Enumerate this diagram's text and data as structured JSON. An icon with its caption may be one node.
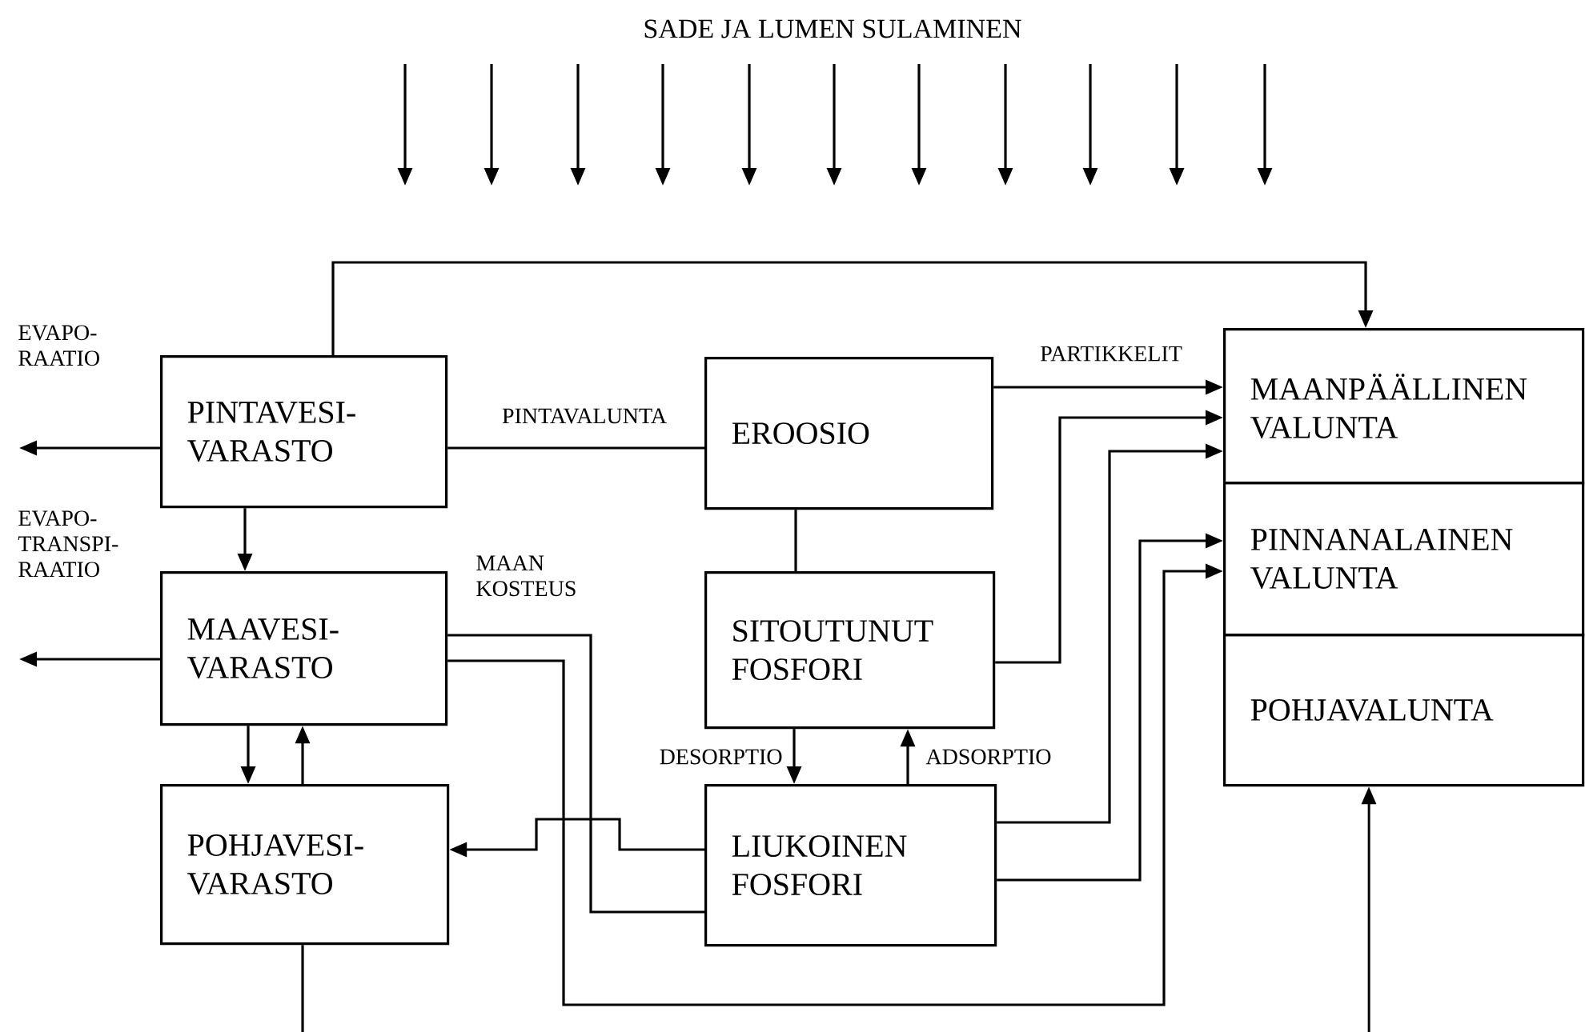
{
  "diagram": {
    "title": "SADE JA LUMEN SULAMINEN",
    "nodes": [
      {
        "text": [
          "PINTAVESI- VARASTO"
        ]
      },
      {
        "text": [
          "MAAVESI- VARASTO"
        ]
      },
      {
        "text": [
          "POHJAVESI- VARASTO"
        ]
      },
      {
        "text": [
          "EROOSIO"
        ]
      },
      {
        "text": [
          "SITOUTUNUT FOSFORI"
        ]
      },
      {
        "text": [
          "LIUKOINEN FOSFORI"
        ]
      },
      {
        "text": [
          "MAANPÄÄLLINEN VALUNTA"
        ]
      },
      {
        "text": [
          "PINNANALAINEN VALUNTA"
        ]
      },
      {
        "text": [
          "POHJAVALUNTA"
        ]
      }
    ],
    "edges": [
      {
        "from": 0,
        "to": null,
        "arrow": "to",
        "label": "EVAPO- RAATIO"
      },
      {
        "from": 1,
        "to": null,
        "arrow": "to",
        "label": "EVAPO- TRANSPI- RAATIO"
      },
      {
        "from": 0,
        "to": 1,
        "arrow": "to"
      },
      {
        "from": 1,
        "to": 2,
        "arrow": "to"
      },
      {
        "from": 2,
        "to": 1,
        "arrow": "to"
      },
      {
        "from": 0,
        "to": 3,
        "arrow": "none",
        "label": "PINTAVALUNTA"
      },
      {
        "from": 0,
        "to": 6,
        "arrow": "to"
      },
      {
        "from": 3,
        "to": 4,
        "arrow": "none"
      },
      {
        "from": 3,
        "to": 6,
        "arrow": "to",
        "label": "PARTIKKELIT"
      },
      {
        "from": 4,
        "to": 6,
        "arrow": "to"
      },
      {
        "from": 4,
        "to": 5,
        "arrow": "to",
        "label": "DESORPTIO"
      },
      {
        "from": 5,
        "to": 4,
        "arrow": "to",
        "label": "ADSORPTIO"
      },
      {
        "from": 1,
        "to": 5,
        "arrow": "none",
        "label": "MAAN KOSTEUS"
      },
      {
        "from": 1,
        "to": 7,
        "arrow": "to"
      },
      {
        "from": 5,
        "to": 2,
        "arrow": "to"
      },
      {
        "from": 5,
        "to": 6,
        "arrow": "to"
      },
      {
        "from": 5,
        "to": 7,
        "arrow": "to"
      },
      {
        "from": 2,
        "to": null,
        "arrow": "none"
      },
      {
        "from": null,
        "to": 8,
        "arrow": "to"
      }
    ]
  }
}
